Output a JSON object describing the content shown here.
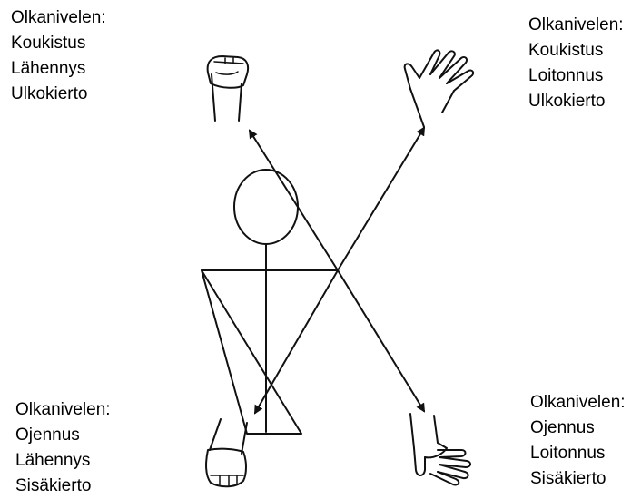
{
  "labels": {
    "top_left": {
      "heading": "Olkanivelen:",
      "line1": "Koukistus",
      "line2": "Lähennys",
      "line3": "Ulkokierto"
    },
    "top_right": {
      "heading": "Olkanivelen:",
      "line1": "Koukistus",
      "line2": "Loitonnus",
      "line3": "Ulkokierto"
    },
    "bottom_left": {
      "heading": "Olkanivelen:",
      "line1": "Ojennus",
      "line2": "Lähennys",
      "line3": "Sisäkierto"
    },
    "bottom_right": {
      "heading": "Olkanivelen:",
      "line1": "Ojennus",
      "line2": "Loitonnus",
      "line3": "Sisäkierto"
    }
  },
  "icons": {
    "top_left_arm": "raised-fist-arm-icon",
    "top_right_arm": "raised-open-hand-arm-icon",
    "bottom_left_arm": "lowered-fist-arm-icon",
    "bottom_right_arm": "lowered-open-hand-arm-icon",
    "stick_figure": "stick-figure-icon"
  },
  "colors": {
    "line": "#111111",
    "background": "#ffffff"
  }
}
